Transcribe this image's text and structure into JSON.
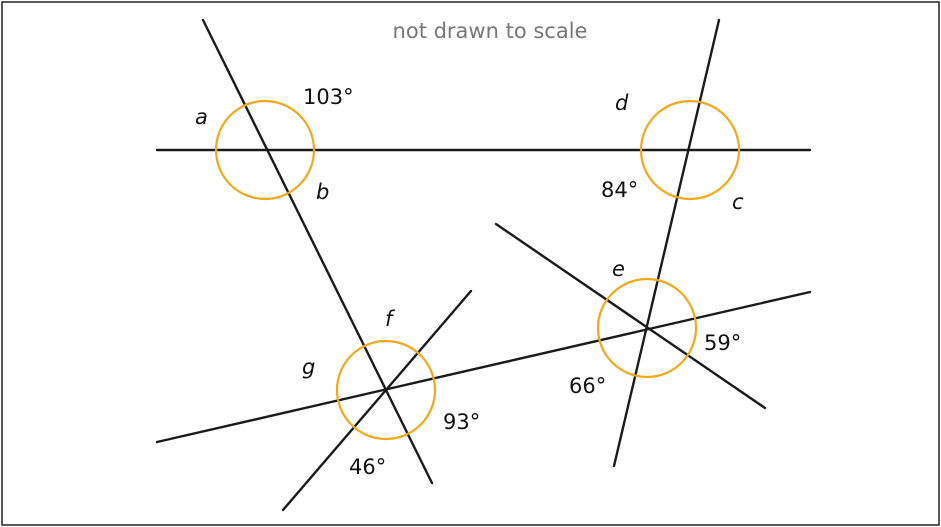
{
  "note": "not drawn to scale",
  "colors": {
    "ring": "#f0a81c",
    "line": "#1a1a1a",
    "frame": "#222222",
    "note": "#777777"
  },
  "labels": {
    "a": "a",
    "b": "b",
    "c": "c",
    "d": "d",
    "e": "e",
    "f": "f",
    "g": "g",
    "angle_103": "103°",
    "angle_84": "84°",
    "angle_59": "59°",
    "angle_66": "66°",
    "angle_93": "93°",
    "angle_46": "46°"
  }
}
